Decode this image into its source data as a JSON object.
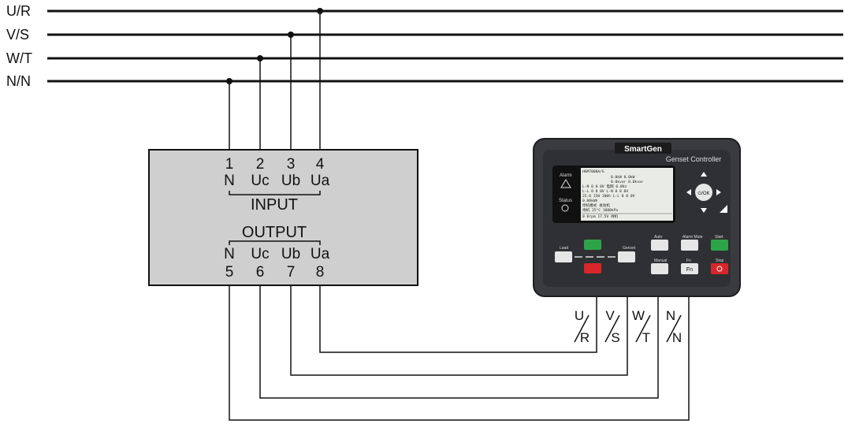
{
  "bus": {
    "phases": [
      "U/R",
      "V/S",
      "W/T",
      "N/N"
    ]
  },
  "module": {
    "input_pins": [
      "1",
      "2",
      "3",
      "4"
    ],
    "input_names": [
      "N",
      "Uc",
      "Ub",
      "Ua"
    ],
    "input_label": "INPUT",
    "output_label": "OUTPUT",
    "output_names": [
      "N",
      "Uc",
      "Ub",
      "Ua"
    ],
    "output_pins": [
      "5",
      "6",
      "7",
      "8"
    ]
  },
  "controller": {
    "brand": "SmartGen",
    "title": "Genset Controller",
    "alarm_label": "Alarm",
    "status_label": "Status",
    "screen_lines": [
      "HGM7000A/G",
      "0.0kW    0.0kW",
      "0.0kvar  0.0kvar",
      "L-N  0  0  0V   电网   0.0Hz",
      "L-L  0  0  0V   L-N  0  0  0V",
      "25.0  150  100h   L-L  0  0  0V",
      "0.00kWh",
      "停机模式         发动机",
      "待机           25°C  1000kPa",
      "0  0rpm  17.5V  待机"
    ],
    "load_label": "Load",
    "genset_label": "Genset",
    "auto_label": "Auto",
    "alarm_mute_label": "Alarm Mute",
    "start_label": "Start",
    "manual_label": "Manual",
    "fn_label": "Fn",
    "stop_label": "Stop",
    "fn_key": "Fn",
    "ok_key": "⏻/OK"
  },
  "terminals": [
    {
      "top": "U",
      "bottom": "R"
    },
    {
      "top": "V",
      "bottom": "S"
    },
    {
      "top": "W",
      "bottom": "T"
    },
    {
      "top": "N",
      "bottom": "N"
    }
  ]
}
